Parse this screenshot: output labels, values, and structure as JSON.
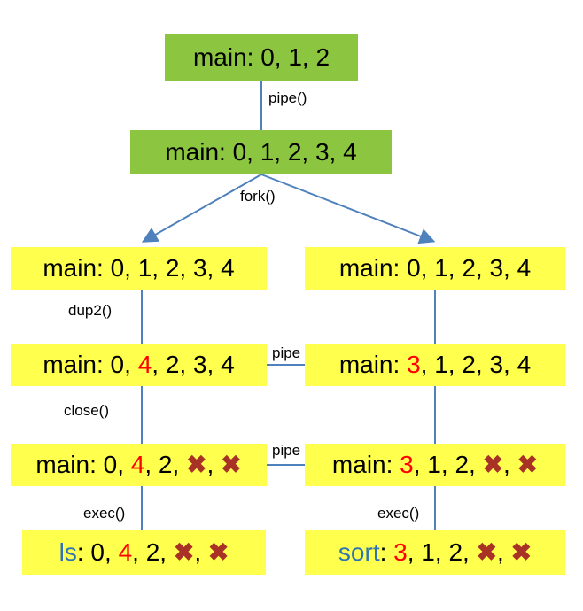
{
  "colors": {
    "green_box": "#8CC540",
    "yellow_box": "#FFFF4D",
    "line": "#4F81BD",
    "red_text": "#FF0000",
    "blue_text": "#2E74B5",
    "x_mark": "#A93226",
    "text": "#000000",
    "background": "#FFFFFF"
  },
  "labels": {
    "pipe_call": "pipe()",
    "fork_call": "fork()",
    "dup2_call": "dup2()",
    "close_call": "close()",
    "pipe_link_top": "pipe",
    "pipe_link_bottom": "pipe",
    "exec_left": "exec()",
    "exec_right": "exec()"
  },
  "nodes": {
    "top": [
      {
        "t": "main: 0, 1, 2",
        "c": "black"
      }
    ],
    "after_pipe": [
      {
        "t": "main: 0, 1, 2, 3, 4",
        "c": "black"
      }
    ],
    "left_fork": [
      {
        "t": "main: 0, 1, 2, 3, 4",
        "c": "black"
      }
    ],
    "right_fork": [
      {
        "t": "main: 0, 1, 2, 3, 4",
        "c": "black"
      }
    ],
    "left_dup2": [
      {
        "t": "main: 0, ",
        "c": "black"
      },
      {
        "t": "4",
        "c": "red"
      },
      {
        "t": ", 2, 3, 4",
        "c": "black"
      }
    ],
    "right_dup2": [
      {
        "t": "main: ",
        "c": "black"
      },
      {
        "t": "3",
        "c": "red"
      },
      {
        "t": ", 1, 2, 3, 4",
        "c": "black"
      }
    ],
    "left_close": [
      {
        "t": "main: 0, ",
        "c": "black"
      },
      {
        "t": "4",
        "c": "red"
      },
      {
        "t": ", 2, ",
        "c": "black"
      },
      {
        "t": "✖",
        "c": "x-mark"
      },
      {
        "t": ", ",
        "c": "black"
      },
      {
        "t": "✖",
        "c": "x-mark"
      }
    ],
    "right_close": [
      {
        "t": "main: ",
        "c": "black"
      },
      {
        "t": "3",
        "c": "red"
      },
      {
        "t": ", 1, 2, ",
        "c": "black"
      },
      {
        "t": "✖",
        "c": "x-mark"
      },
      {
        "t": ", ",
        "c": "black"
      },
      {
        "t": "✖",
        "c": "x-mark"
      }
    ],
    "left_exec": [
      {
        "t": "ls",
        "c": "blue"
      },
      {
        "t": ": 0, ",
        "c": "black"
      },
      {
        "t": "4",
        "c": "red"
      },
      {
        "t": ", 2, ",
        "c": "black"
      },
      {
        "t": "✖",
        "c": "x-mark"
      },
      {
        "t": ", ",
        "c": "black"
      },
      {
        "t": "✖",
        "c": "x-mark"
      }
    ],
    "right_exec": [
      {
        "t": "sort",
        "c": "blue"
      },
      {
        "t": ": ",
        "c": "black"
      },
      {
        "t": "3",
        "c": "red"
      },
      {
        "t": ", 1, 2, ",
        "c": "black"
      },
      {
        "t": "✖",
        "c": "x-mark"
      },
      {
        "t": ", ",
        "c": "black"
      },
      {
        "t": "✖",
        "c": "x-mark"
      }
    ]
  }
}
